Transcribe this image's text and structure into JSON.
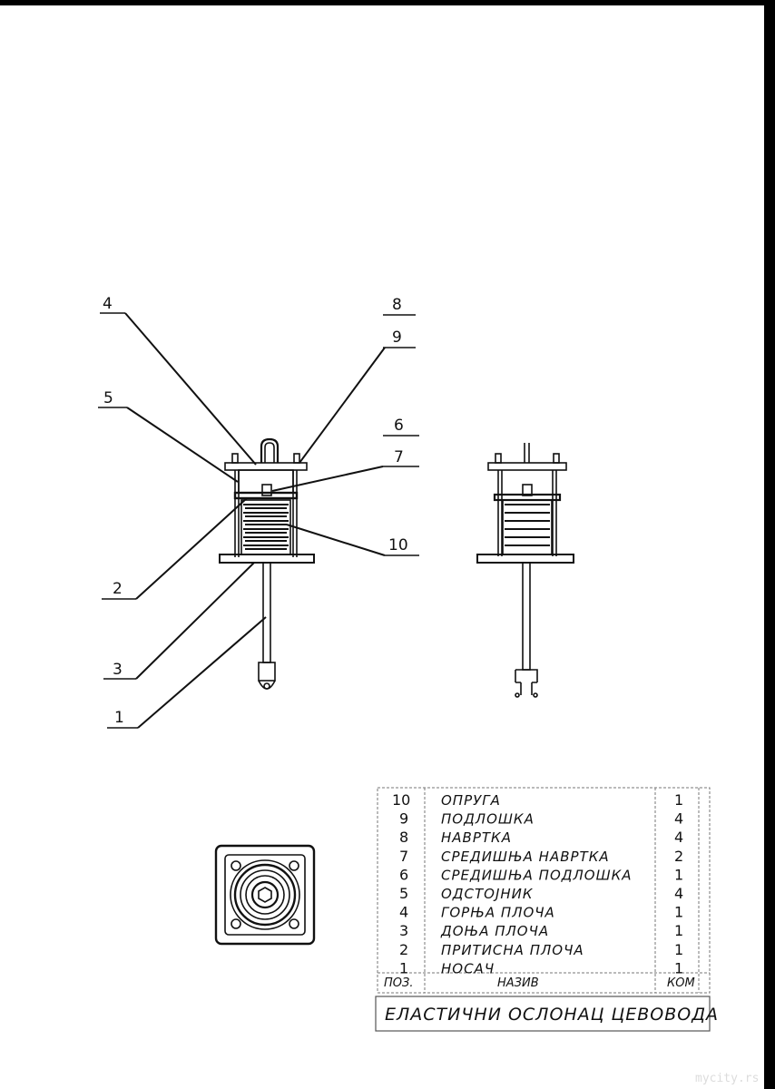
{
  "callouts": [
    "4",
    "8",
    "9",
    "5",
    "6",
    "7",
    "10",
    "2",
    "3",
    "1"
  ],
  "bom": {
    "rows": [
      {
        "pos": "10",
        "name": "ОПРУГА",
        "qty": "1"
      },
      {
        "pos": "9",
        "name": "ПОДЛОШКА",
        "qty": "4"
      },
      {
        "pos": "8",
        "name": "НАВРТКА",
        "qty": "4"
      },
      {
        "pos": "7",
        "name": "СРЕДИШЊА НАВРТКА",
        "qty": "2"
      },
      {
        "pos": "6",
        "name": "СРЕДИШЊА ПОДЛОШКА",
        "qty": "1"
      },
      {
        "pos": "5",
        "name": "ОДСТОЈНИК",
        "qty": "4"
      },
      {
        "pos": "4",
        "name": "ГОРЊА ПЛОЧА",
        "qty": "1"
      },
      {
        "pos": "3",
        "name": "ДОЊА ПЛОЧА",
        "qty": "1"
      },
      {
        "pos": "2",
        "name": "ПРИТИСНА ПЛОЧА",
        "qty": "1"
      },
      {
        "pos": "1",
        "name": "НОСАЧ",
        "qty": "1"
      }
    ],
    "header": {
      "pos": "ПОЗ.",
      "name": "НАЗИВ",
      "qty": "КОМ"
    }
  },
  "title": "ЕЛАСТИЧНИ ОСЛОНАЦ ЦЕВОВОДА",
  "watermark": "mycity.rs"
}
